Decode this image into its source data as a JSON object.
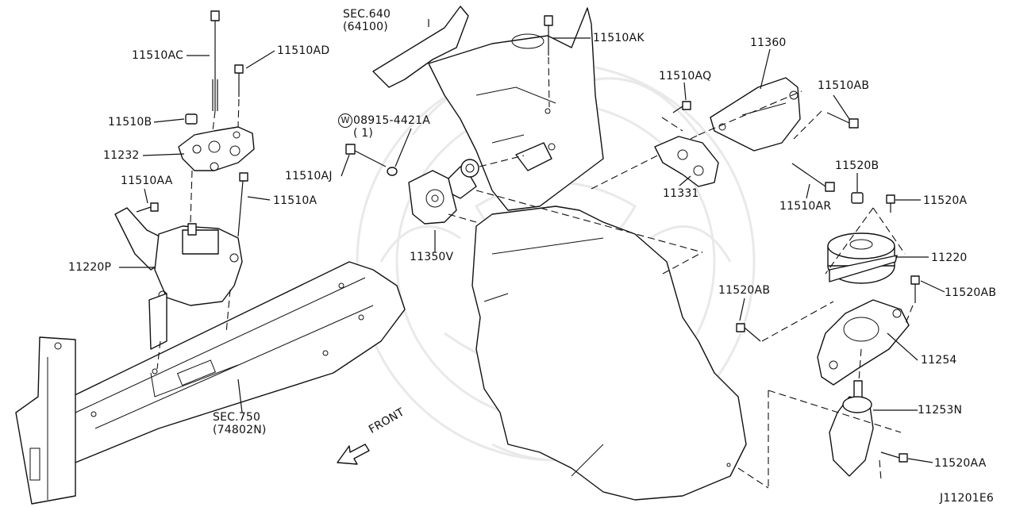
{
  "diagram": {
    "drawing_id": "J11201E6",
    "front_label": "FRONT",
    "washer_symbol": "W",
    "callouts": [
      {
        "id": "c_11510AC",
        "text": "11510AC"
      },
      {
        "id": "c_11510AD",
        "text": "11510AD"
      },
      {
        "id": "c_11510B",
        "text": "11510B"
      },
      {
        "id": "c_11232",
        "text": "11232"
      },
      {
        "id": "c_11510AA",
        "text": "11510AA"
      },
      {
        "id": "c_11510A",
        "text": "11510A"
      },
      {
        "id": "c_11220P",
        "text": "11220P"
      },
      {
        "id": "c_sec640",
        "text": "SEC.640\n(64100)"
      },
      {
        "id": "c_08915",
        "text": "08915-4421A\n( 1)"
      },
      {
        "id": "c_11510AJ",
        "text": "11510AJ"
      },
      {
        "id": "c_11350V",
        "text": "11350V"
      },
      {
        "id": "c_11510AK",
        "text": "11510AK"
      },
      {
        "id": "c_11360",
        "text": "11360"
      },
      {
        "id": "c_11510AQ",
        "text": "11510AQ"
      },
      {
        "id": "c_11510AB",
        "text": "11510AB"
      },
      {
        "id": "c_11331",
        "text": "11331"
      },
      {
        "id": "c_11510AR",
        "text": "11510AR"
      },
      {
        "id": "c_11520B",
        "text": "11520B"
      },
      {
        "id": "c_11520A",
        "text": "11520A"
      },
      {
        "id": "c_11220",
        "text": "11220"
      },
      {
        "id": "c_11520AB_l",
        "text": "11520AB"
      },
      {
        "id": "c_11520AB_r",
        "text": "11520AB"
      },
      {
        "id": "c_11254",
        "text": "11254"
      },
      {
        "id": "c_11253N",
        "text": "11253N"
      },
      {
        "id": "c_11520AA",
        "text": "11520AA"
      },
      {
        "id": "c_sec750",
        "text": "SEC.750\n(74802N)"
      }
    ]
  }
}
